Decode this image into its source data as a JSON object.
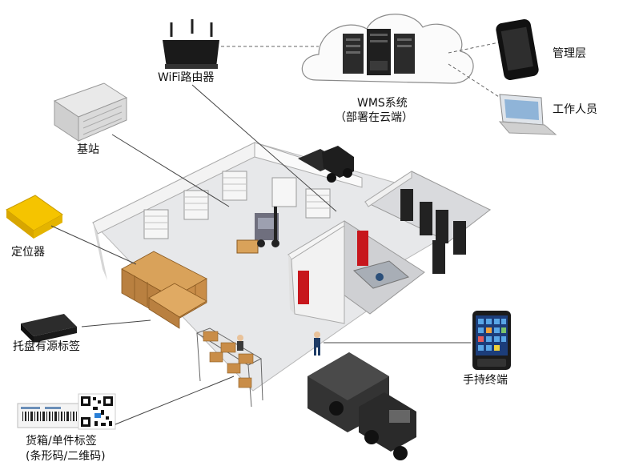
{
  "labels": {
    "wifi_router": "WiFi路由器",
    "wms_line1": "WMS系统",
    "wms_line2": "（部署在云端）",
    "management": "管理层",
    "staff": "工作人员",
    "base_station": "基站",
    "locator": "定位器",
    "pallet_tag": "托盘有源标签",
    "handheld": "手持终端",
    "tag_line1": "货箱/单件标签",
    "tag_line2": "(条形码/二维码)"
  }
}
